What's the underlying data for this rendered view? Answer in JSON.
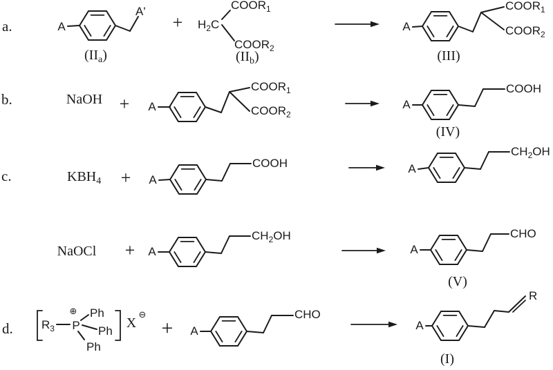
{
  "rows": {
    "a": {
      "label": "a.",
      "plus": "+",
      "iia": {
        "sub_a": "A",
        "sub_a_prime": "A'",
        "cap_main": "(II",
        "cap_sub": "a",
        "cap_close": ")"
      },
      "iib": {
        "h": "H",
        "h_sub": "2",
        "c": "C",
        "ester1": "COOR",
        "ester1_sub": "1",
        "ester2": "COOR",
        "ester2_sub": "2",
        "cap_main": "(II",
        "cap_sub": "b",
        "cap_close": ")"
      },
      "iii": {
        "sub_a": "A",
        "ester1": "COOR",
        "ester1_sub": "1",
        "ester2": "COOR",
        "ester2_sub": "2",
        "cap": "(III)"
      }
    },
    "b": {
      "label": "b.",
      "reagent": "NaOH",
      "plus": "+",
      "reactant": {
        "sub_a": "A",
        "ester1": "COOR",
        "ester1_sub": "1",
        "ester2": "COOR",
        "ester2_sub": "2"
      },
      "product": {
        "sub_a": "A",
        "acid": "COOH",
        "cap": "(IV)"
      }
    },
    "c": {
      "label": "c.",
      "reagent_main": "KBH",
      "reagent_sub": "4",
      "plus": "+",
      "reactant": {
        "sub_a": "A",
        "acid": "COOH"
      },
      "product": {
        "sub_a": "A",
        "alcohol_main": "CH",
        "alcohol_sub": "2",
        "alcohol_tail": "OH"
      }
    },
    "c2": {
      "reagent": "NaOCl",
      "plus": "+",
      "reactant": {
        "sub_a": "A",
        "alcohol_main": "CH",
        "alcohol_sub": "2",
        "alcohol_tail": "OH"
      },
      "product": {
        "sub_a": "A",
        "aldehyde": "CHO",
        "cap": "(V)"
      }
    },
    "d": {
      "label": "d.",
      "plus": "+",
      "ylide": {
        "r_main": "R",
        "r_sub": "3",
        "p": "P",
        "plus_charge": "⊕",
        "ph_top": "Ph",
        "ph_mid": "Ph",
        "ph_bottom": "Ph",
        "x": "X",
        "minus_charge": "⊖"
      },
      "reactant": {
        "sub_a": "A",
        "aldehyde": "CHO"
      },
      "product": {
        "sub_a": "A",
        "r": "R",
        "cap": "(I)"
      }
    }
  }
}
